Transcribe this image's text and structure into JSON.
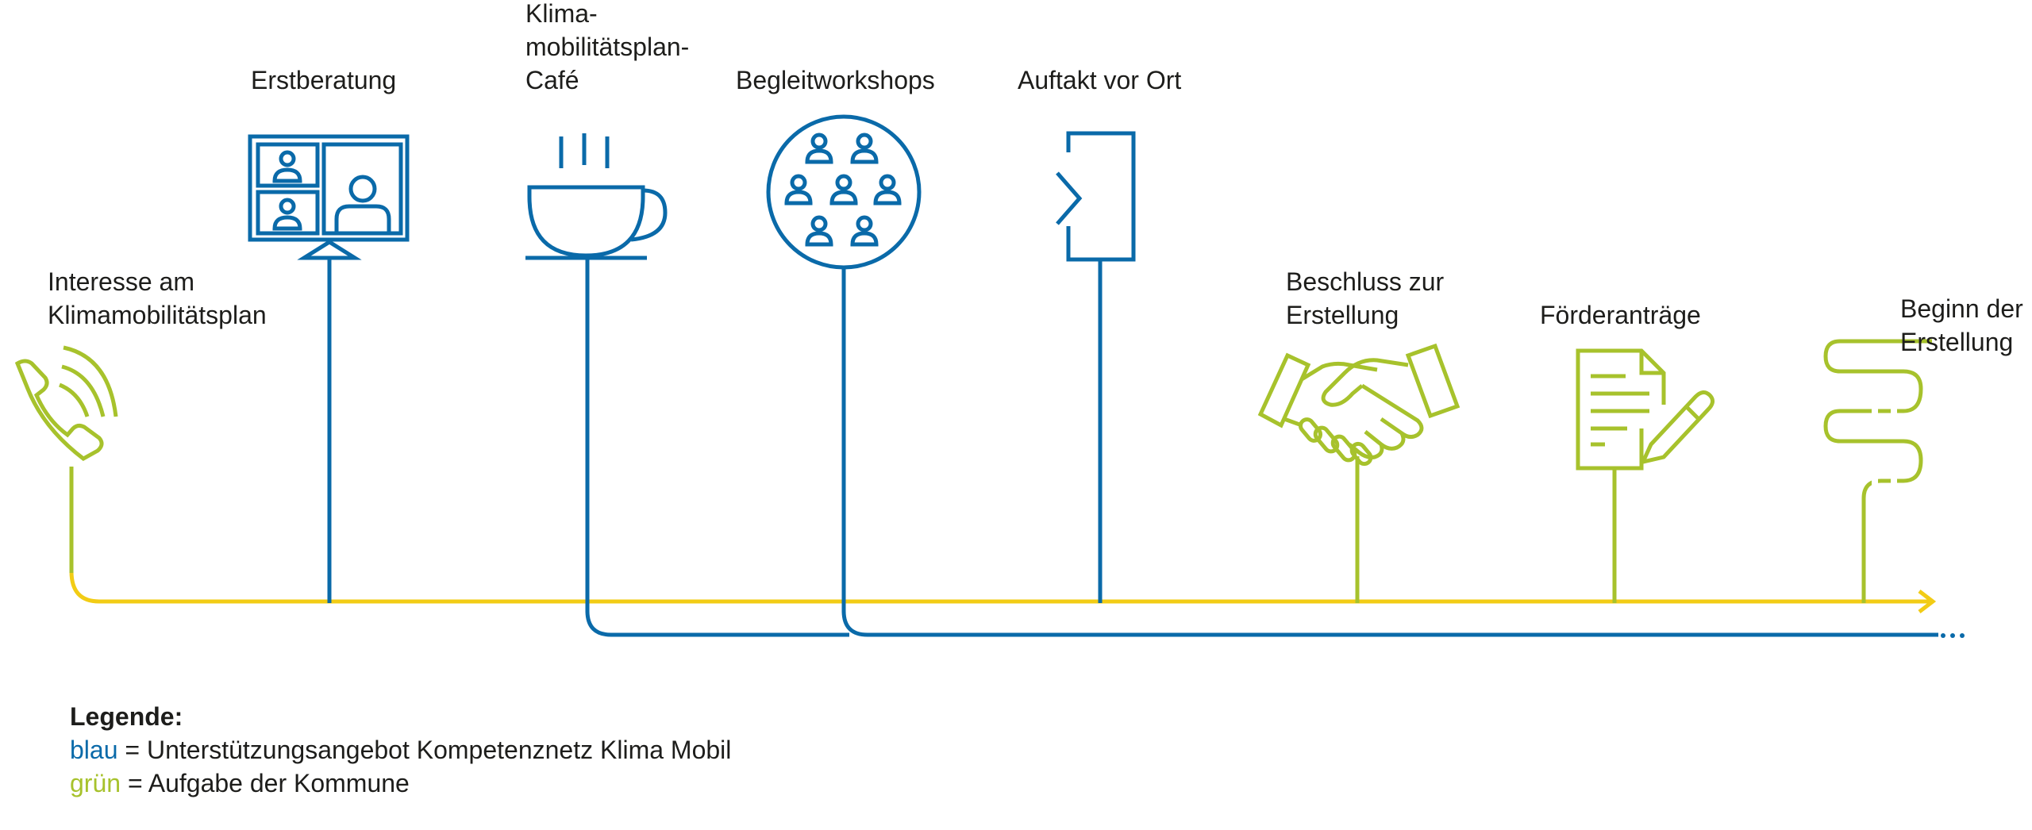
{
  "labels": {
    "interesse": [
      "Interesse am",
      "Klimamobilitätsplan"
    ],
    "erstberatung": [
      "Erstberatung"
    ],
    "cafe": [
      "Klima-",
      "mobilitätsplan-",
      "Café"
    ],
    "begleitworkshops": [
      "Begleitworkshops"
    ],
    "auftakt": [
      "Auftakt vor Ort"
    ],
    "beschluss": [
      "Beschluss zur",
      "Erstellung"
    ],
    "foerder": [
      "Förderanträge"
    ],
    "beginn": [
      "Beginn der",
      "Erstellung"
    ]
  },
  "legend": {
    "title": "Legende:",
    "blue_key": "blau",
    "blue_text": "= Unterstützungsangebot Kompetenznetz Klima Mobil",
    "green_key": "grün",
    "green_text": "= Aufgabe der Kommune"
  },
  "icons": {
    "interesse": "phone-icon",
    "erstberatung": "video-call-icon",
    "cafe": "coffee-cup-icon",
    "begleitworkshops": "group-icon",
    "auftakt": "door-entry-icon",
    "beschluss": "handshake-icon",
    "foerder": "document-pen-icon",
    "beginn": "winding-path-icon"
  },
  "colors": {
    "blue": "#0a6aa9",
    "green": "#a7c22c",
    "yellow": "#f2cc15",
    "text": "#1d1d1b"
  }
}
